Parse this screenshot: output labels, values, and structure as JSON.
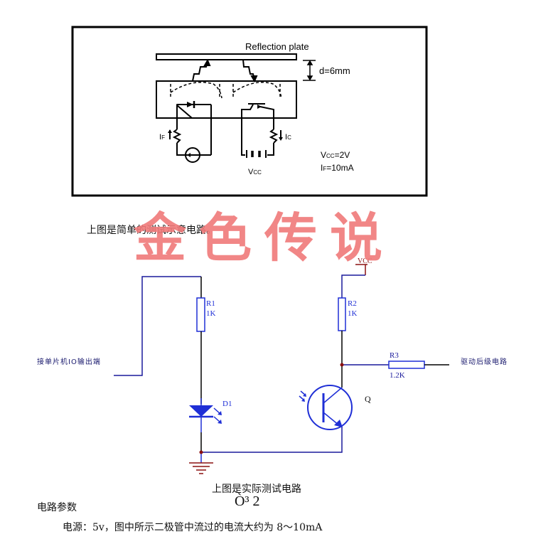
{
  "figure1": {
    "reflection_plate_label": "Reflection plate",
    "distance_label": "d=6mm",
    "if_label": "I",
    "if_sub": "F",
    "ic_label": "I",
    "ic_sub": "C",
    "vcc_label": "V",
    "vcc_sub": "CC",
    "params": {
      "vcc_prefix": "V",
      "vcc_sub": "CC",
      "vcc_value": "=2V",
      "if_prefix": "I",
      "if_sub": "F",
      "if_value": "=10mA"
    }
  },
  "caption1": "上图是简单的测试示意电路。",
  "watermark": "金色传说",
  "figure2": {
    "vcc_label": "VCC",
    "r1_name": "R1",
    "r1_value": "1K",
    "r2_name": "R2",
    "r2_value": "1K",
    "r3_name": "R3",
    "r3_value": "1.2K",
    "d1_label": "D1",
    "q_label": "Q",
    "input_label": "接单片机IO输出端",
    "output_label": "驱动后级电路",
    "colors": {
      "wire": "#1a1ab8",
      "component": "#1f2fd6",
      "power": "#8b1010",
      "junction": "#8b1010",
      "black_wire": "#000000"
    }
  },
  "caption2": "上图是实际测试电路",
  "garbled_text": "Ò³ 2",
  "section_title": "电路参数",
  "param_line": "电源：5v，图中所示二极管中流过的电流大约为 8～10mA"
}
